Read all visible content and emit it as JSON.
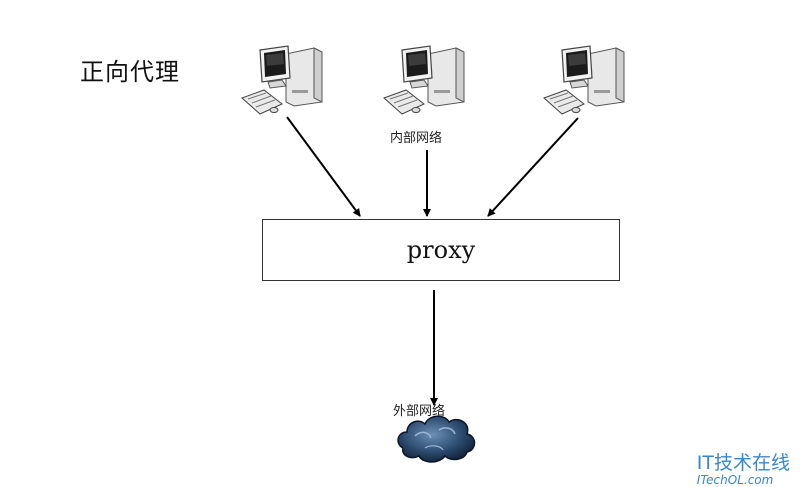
{
  "diagram": {
    "title": "正向代理",
    "internal_network_label": "内部网络",
    "proxy_label": "proxy",
    "external_network_label": "外部网络"
  },
  "watermark": {
    "main": "IT技术在线",
    "sub": "ITechOL.com"
  },
  "icons": {
    "client": "desktop-computer-icon",
    "internet": "cloud-icon"
  }
}
